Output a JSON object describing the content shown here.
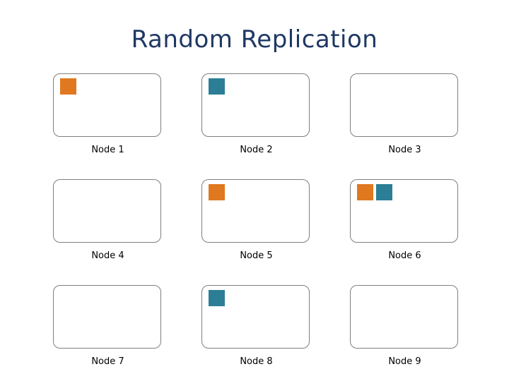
{
  "title": "Random Replication",
  "colors": {
    "orange": "#e07820",
    "teal": "#2b7e96",
    "box_border": "#7f7f7f",
    "title_color": "#1f3864"
  },
  "nodes": [
    {
      "label": "Node 1",
      "chunks": [
        {
          "color": "#e07820",
          "slot": 0
        }
      ]
    },
    {
      "label": "Node 2",
      "chunks": [
        {
          "color": "#2b7e96",
          "slot": 0
        }
      ]
    },
    {
      "label": "Node 3",
      "chunks": []
    },
    {
      "label": "Node 4",
      "chunks": []
    },
    {
      "label": "Node 5",
      "chunks": [
        {
          "color": "#e07820",
          "slot": 0
        }
      ]
    },
    {
      "label": "Node 6",
      "chunks": [
        {
          "color": "#e07820",
          "slot": 0
        },
        {
          "color": "#2b7e96",
          "slot": 1
        }
      ]
    },
    {
      "label": "Node 7",
      "chunks": []
    },
    {
      "label": "Node 8",
      "chunks": [
        {
          "color": "#2b7e96",
          "slot": 0
        }
      ]
    },
    {
      "label": "Node 9",
      "chunks": []
    }
  ]
}
